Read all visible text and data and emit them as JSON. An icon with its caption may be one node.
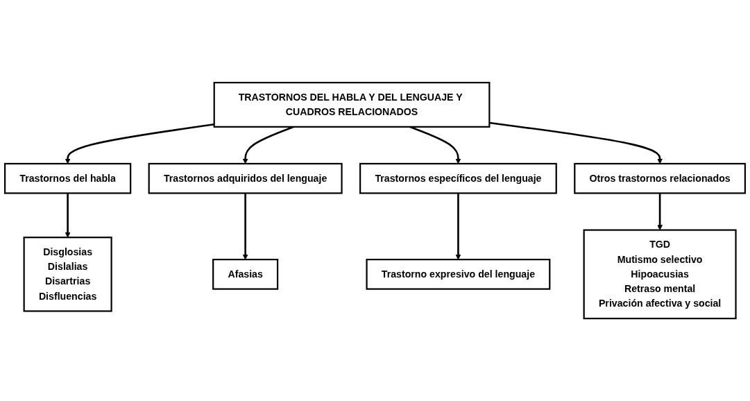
{
  "diagram": {
    "nodes": [
      {
        "text": [
          "TRASTORNOS DEL HABLA Y DEL LENGUAJE Y CUADROS RELACIONADOS"
        ]
      },
      {
        "text": [
          "Trastornos del habla"
        ]
      },
      {
        "text": [
          "Trastornos adquiridos del lenguaje"
        ]
      },
      {
        "text": [
          "Trastornos específicos del lenguaje"
        ]
      },
      {
        "text": [
          "Otros trastornos relacionados"
        ]
      },
      {
        "text": [
          "Disglosias",
          "Dislalias",
          "Disartrias",
          "Disfluencias"
        ]
      },
      {
        "text": [
          "Afasias"
        ]
      },
      {
        "text": [
          "Trastorno expresivo del lenguaje"
        ]
      },
      {
        "text": [
          "TGD",
          "Mutismo selectivo",
          "Hipoacusias",
          "Retraso mental",
          "Privación afectiva y social"
        ]
      }
    ],
    "edges": [
      {
        "from": 0,
        "to": 1,
        "arrow": "to"
      },
      {
        "from": 0,
        "to": 2,
        "arrow": "to"
      },
      {
        "from": 0,
        "to": 3,
        "arrow": "to"
      },
      {
        "from": 0,
        "to": 4,
        "arrow": "to"
      },
      {
        "from": 1,
        "to": 5,
        "arrow": "to"
      },
      {
        "from": 2,
        "to": 6,
        "arrow": "to"
      },
      {
        "from": 3,
        "to": 7,
        "arrow": "to"
      },
      {
        "from": 4,
        "to": 8,
        "arrow": "to"
      }
    ]
  }
}
